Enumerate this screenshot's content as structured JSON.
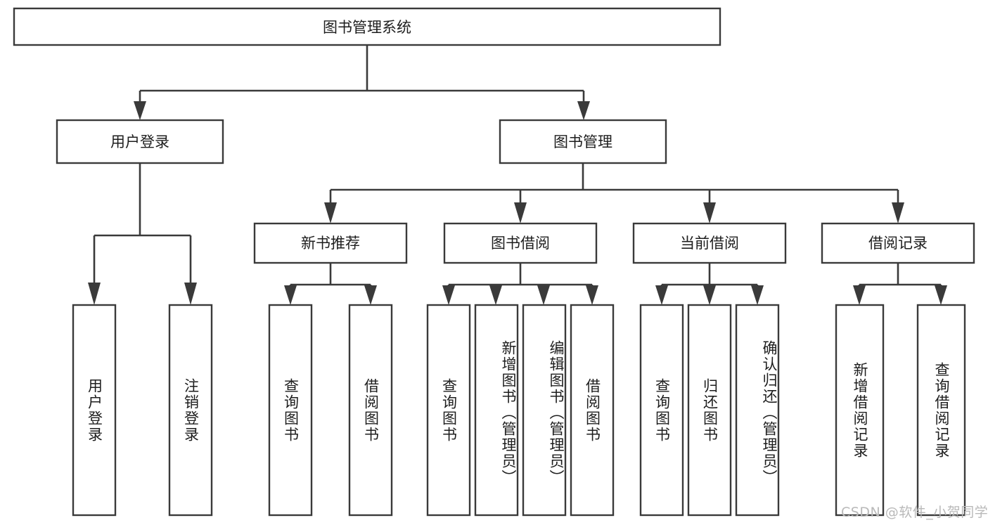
{
  "diagram": {
    "type": "tree",
    "orientation": "top-down",
    "background_color": "#ffffff",
    "line_color": "#3a3a3a",
    "text_color": "#1d1d1d",
    "root": {
      "label": "图书管理系统"
    },
    "level2": [
      {
        "label": "用户登录"
      },
      {
        "label": "图书管理"
      }
    ],
    "level3": [
      {
        "label": "新书推荐"
      },
      {
        "label": "图书借阅"
      },
      {
        "label": "当前借阅"
      },
      {
        "label": "借阅记录"
      }
    ],
    "leaves": {
      "user_login": [
        {
          "label": "用户登录"
        },
        {
          "label": "注销登录"
        }
      ],
      "new_book_recommend": [
        {
          "label": "查询图书"
        },
        {
          "label": "借阅图书"
        }
      ],
      "book_borrow": [
        {
          "label": "查询图书"
        },
        {
          "label": "新增图书（管理员）"
        },
        {
          "label": "编辑图书（管理员）"
        },
        {
          "label": "借阅图书"
        }
      ],
      "current_borrow": [
        {
          "label": "查询图书"
        },
        {
          "label": "归还图书"
        },
        {
          "label": "确认归还（管理员）"
        }
      ],
      "borrow_record": [
        {
          "label": "新增借阅记录"
        },
        {
          "label": "查询借阅记录"
        }
      ]
    }
  },
  "watermark": {
    "text": "CSDN @软件_小贺同学"
  }
}
